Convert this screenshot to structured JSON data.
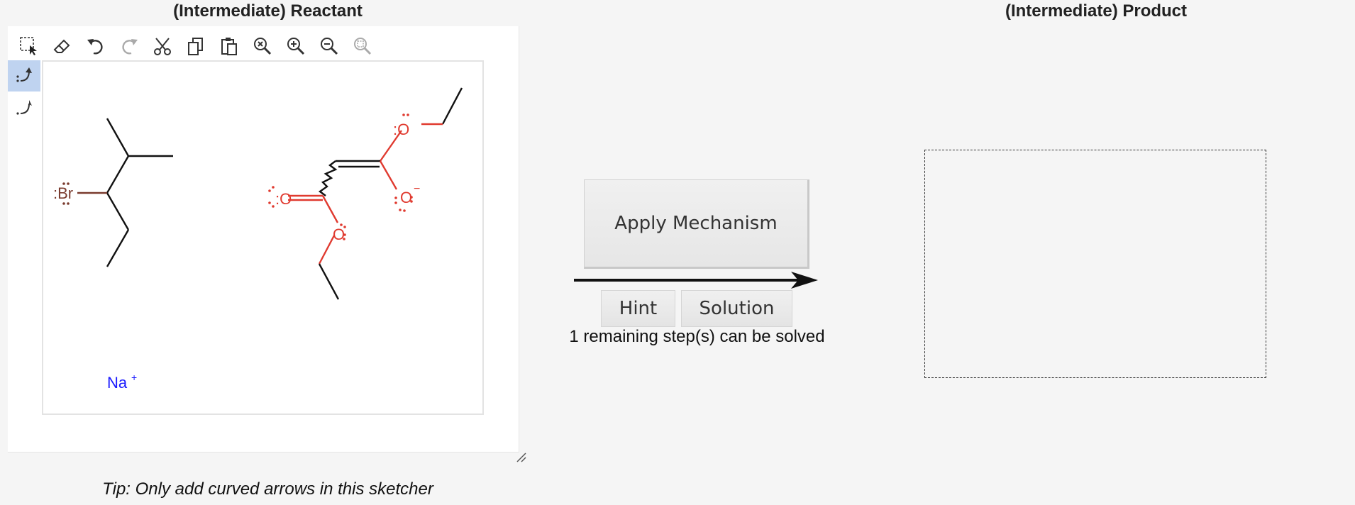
{
  "reactant_title": "(Intermediate) Reactant",
  "product_title": "(Intermediate) Product",
  "toolbar": {
    "tools": [
      "select-icon",
      "eraser-icon",
      "undo-icon",
      "redo-icon",
      "cut-icon",
      "copy-icon",
      "paste-icon",
      "zoom-reset-icon",
      "zoom-in-icon",
      "zoom-out-icon",
      "zoom-fit-icon"
    ]
  },
  "left_tools": [
    "electron-pair-arrow-icon",
    "single-electron-arrow-icon"
  ],
  "molecule_labels": {
    "br": ":Br",
    "o_top": ":O",
    "o_left": ":O",
    "o_right_charge": "O",
    "o_bottom": "O",
    "minus": "−",
    "na": "Na",
    "na_charge": "+"
  },
  "tip": "Tip: Only add curved arrows in this sketcher",
  "buttons": {
    "apply": "Apply Mechanism",
    "hint": "Hint",
    "solution": "Solution"
  },
  "status": "1 remaining step(s) can be solved",
  "colors": {
    "oxygen": "#e03a2f",
    "bromine": "#7a3b2e",
    "sodium": "#1a1aff",
    "bond": "#111111"
  }
}
